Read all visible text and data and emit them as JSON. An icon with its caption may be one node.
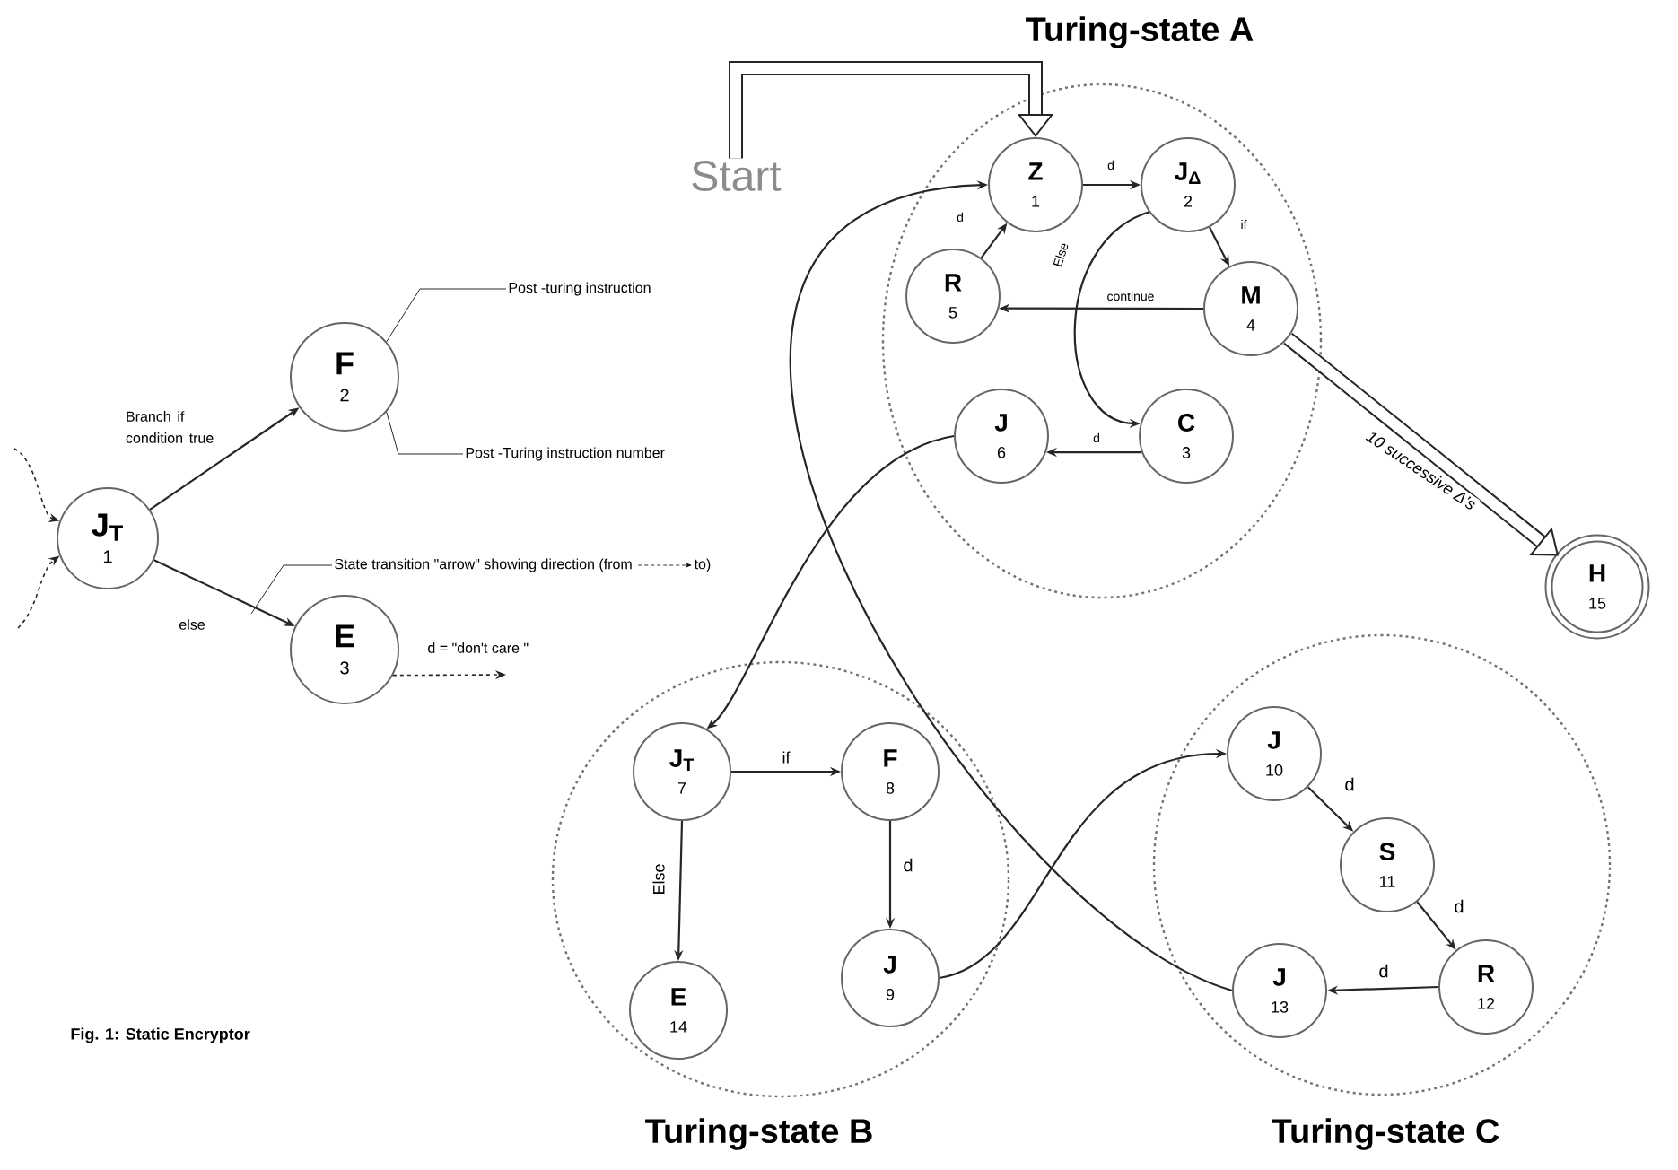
{
  "diagram": {
    "nodes": [
      {
        "text": [
          "J$_{T}$",
          "1"
        ]
      },
      {
        "text": [
          "F",
          "2"
        ]
      },
      {
        "text": [
          "E",
          "3"
        ]
      },
      {
        "text": [
          "Post -turing instruction"
        ]
      },
      {
        "text": [
          "Post -Turing instruction number"
        ]
      },
      {
        "text": [
          "State transition \"arrow\" showing direction (from",
          "to)"
        ]
      },
      {
        "text": [
          "Start"
        ]
      },
      {
        "text": [
          "Turing-state A"
        ]
      },
      {
        "text": [
          "Z",
          "1"
        ],
        "in": 7
      },
      {
        "text": [
          "J$_{Δ}$",
          "2"
        ],
        "in": 7
      },
      {
        "text": [
          "R",
          "5"
        ],
        "in": 7
      },
      {
        "text": [
          "M",
          "4"
        ],
        "in": 7
      },
      {
        "text": [
          "J",
          "6"
        ],
        "in": 7
      },
      {
        "text": [
          "C",
          "3"
        ],
        "in": 7
      },
      {
        "text": [
          "H",
          "15"
        ]
      },
      {
        "text": [
          "Turing-state B"
        ]
      },
      {
        "text": [
          "J$_{T}$",
          "7"
        ],
        "in": 15
      },
      {
        "text": [
          "F",
          "8"
        ],
        "in": 15
      },
      {
        "text": [
          "E",
          "14"
        ],
        "in": 15
      },
      {
        "text": [
          "J",
          "9"
        ],
        "in": 15
      },
      {
        "text": [
          "Turing-state C"
        ]
      },
      {
        "text": [
          "J",
          "10"
        ],
        "in": 20
      },
      {
        "text": [
          "S",
          "11"
        ],
        "in": 20
      },
      {
        "text": [
          "R",
          "12"
        ],
        "in": 20
      },
      {
        "text": [
          "J",
          "13"
        ],
        "in": 20
      }
    ],
    "edges": [
      {
        "from": null,
        "to": 0,
        "arrow": "to",
        "style": "dashed"
      },
      {
        "from": null,
        "to": 0,
        "arrow": "to",
        "style": "dashed"
      },
      {
        "from": 0,
        "to": 1,
        "arrow": "to",
        "label": "Branch if condition true"
      },
      {
        "from": 0,
        "to": 2,
        "arrow": "to",
        "label": "else"
      },
      {
        "from": 2,
        "to": null,
        "arrow": "to",
        "style": "dashed",
        "label": "d = \"don't care \""
      },
      {
        "from": 3,
        "to": 1,
        "arrow": "none"
      },
      {
        "from": 4,
        "to": 1,
        "arrow": "none"
      },
      {
        "from": 5,
        "to": null,
        "arrow": "none"
      },
      {
        "from": 6,
        "to": 8,
        "arrow": "to",
        "style": "thick"
      },
      {
        "from": 8,
        "to": 9,
        "arrow": "to",
        "label": "d"
      },
      {
        "from": 9,
        "to": 11,
        "arrow": "to",
        "label": "if"
      },
      {
        "from": 11,
        "to": 10,
        "arrow": "to",
        "label": "continue"
      },
      {
        "from": 10,
        "to": 8,
        "arrow": "to",
        "label": "d"
      },
      {
        "from": 9,
        "to": 13,
        "arrow": "to",
        "label": "Else"
      },
      {
        "from": 13,
        "to": 12,
        "arrow": "to",
        "label": "d"
      },
      {
        "from": 11,
        "to": 14,
        "arrow": "to",
        "style": "thick",
        "label": "10 successive Δ's"
      },
      {
        "from": 12,
        "to": 16,
        "arrow": "to"
      },
      {
        "from": 16,
        "to": 17,
        "arrow": "to",
        "label": "if"
      },
      {
        "from": 16,
        "to": 18,
        "arrow": "to",
        "label": "Else"
      },
      {
        "from": 17,
        "to": 19,
        "arrow": "to",
        "label": "d"
      },
      {
        "from": 19,
        "to": 21,
        "arrow": "to"
      },
      {
        "from": 21,
        "to": 22,
        "arrow": "to",
        "label": "d"
      },
      {
        "from": 22,
        "to": 23,
        "arrow": "to",
        "label": "d"
      },
      {
        "from": 23,
        "to": 24,
        "arrow": "to",
        "label": "d"
      },
      {
        "from": 24,
        "to": 8,
        "arrow": "to"
      }
    ],
    "labels": [
      "Fig. 1: Static Encryptor"
    ]
  }
}
